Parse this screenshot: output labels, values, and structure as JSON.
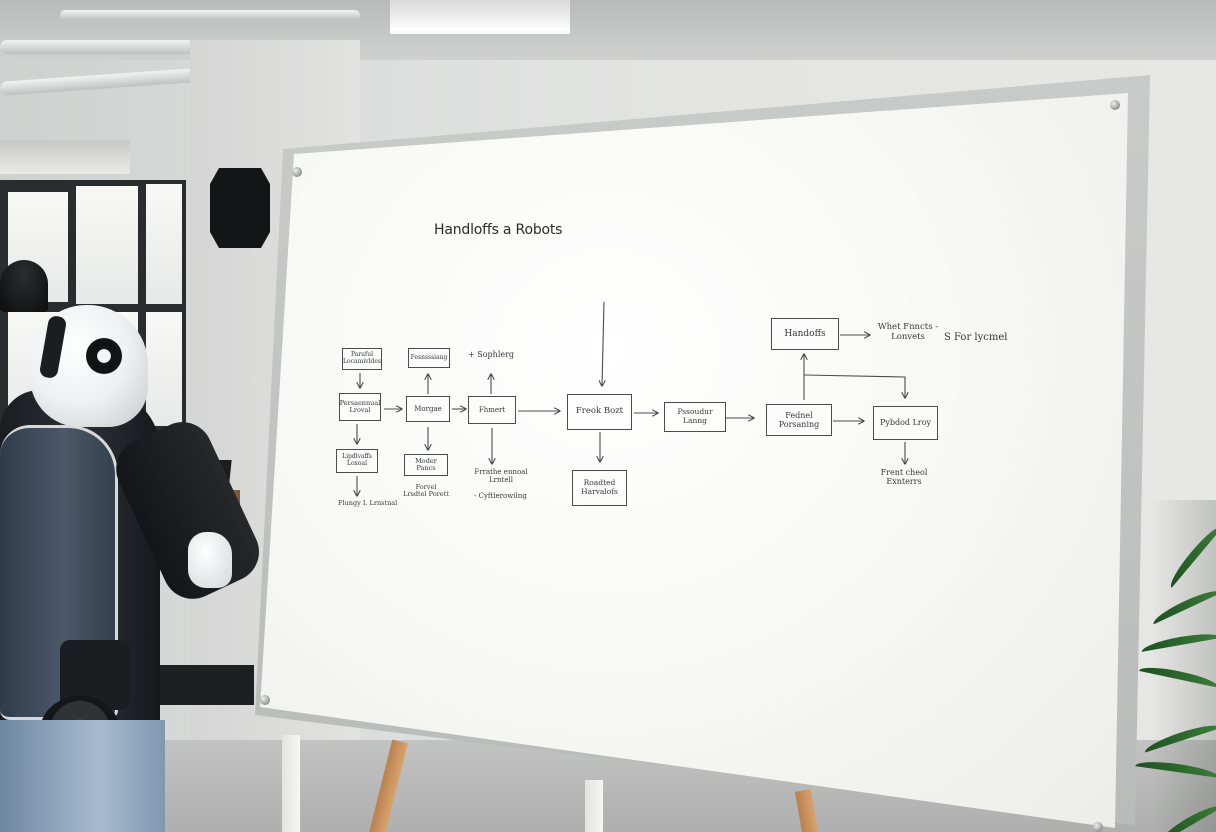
{
  "whiteboard": {
    "title": "Handloffs a Robots",
    "boxes": [
      {
        "id": "b1",
        "text": "Paruful Locamivldes"
      },
      {
        "id": "b2",
        "text": "Persaennual Lroval"
      },
      {
        "id": "b3",
        "text": "Lipdlvaffs Loxoal"
      },
      {
        "id": "b4",
        "text": "Fesnsssiang"
      },
      {
        "id": "b5",
        "text": "Morgae"
      },
      {
        "id": "b6",
        "text": "Moder Pancs"
      },
      {
        "id": "b7",
        "text": "Fhmert"
      },
      {
        "id": "b8",
        "text": "Freok Bozt"
      },
      {
        "id": "b9",
        "text": "Roadted Harvalofs"
      },
      {
        "id": "b10",
        "text": "Pssoudur Lanng"
      },
      {
        "id": "b11",
        "text": "Fednel Porsaning"
      },
      {
        "id": "b12",
        "text": "Handoffs"
      },
      {
        "id": "b13",
        "text": "Pybdod Lroy"
      }
    ],
    "notes": [
      {
        "id": "n1",
        "text": "Flungy I. Lrnstnal"
      },
      {
        "id": "n2",
        "text": "Forvel Lrsdtel Porett"
      },
      {
        "id": "n3",
        "text": "+ Sophlerg"
      },
      {
        "id": "n4",
        "text": "Frrathe ennoal Lrntell"
      },
      {
        "id": "n5",
        "text": "- Cyftlerowilng"
      },
      {
        "id": "n6",
        "text": "Whet Fnncts - Lonvets"
      },
      {
        "id": "n7",
        "text": "S For lycmel"
      },
      {
        "id": "n8",
        "text": "Frent cheol Exnterrs"
      }
    ]
  }
}
